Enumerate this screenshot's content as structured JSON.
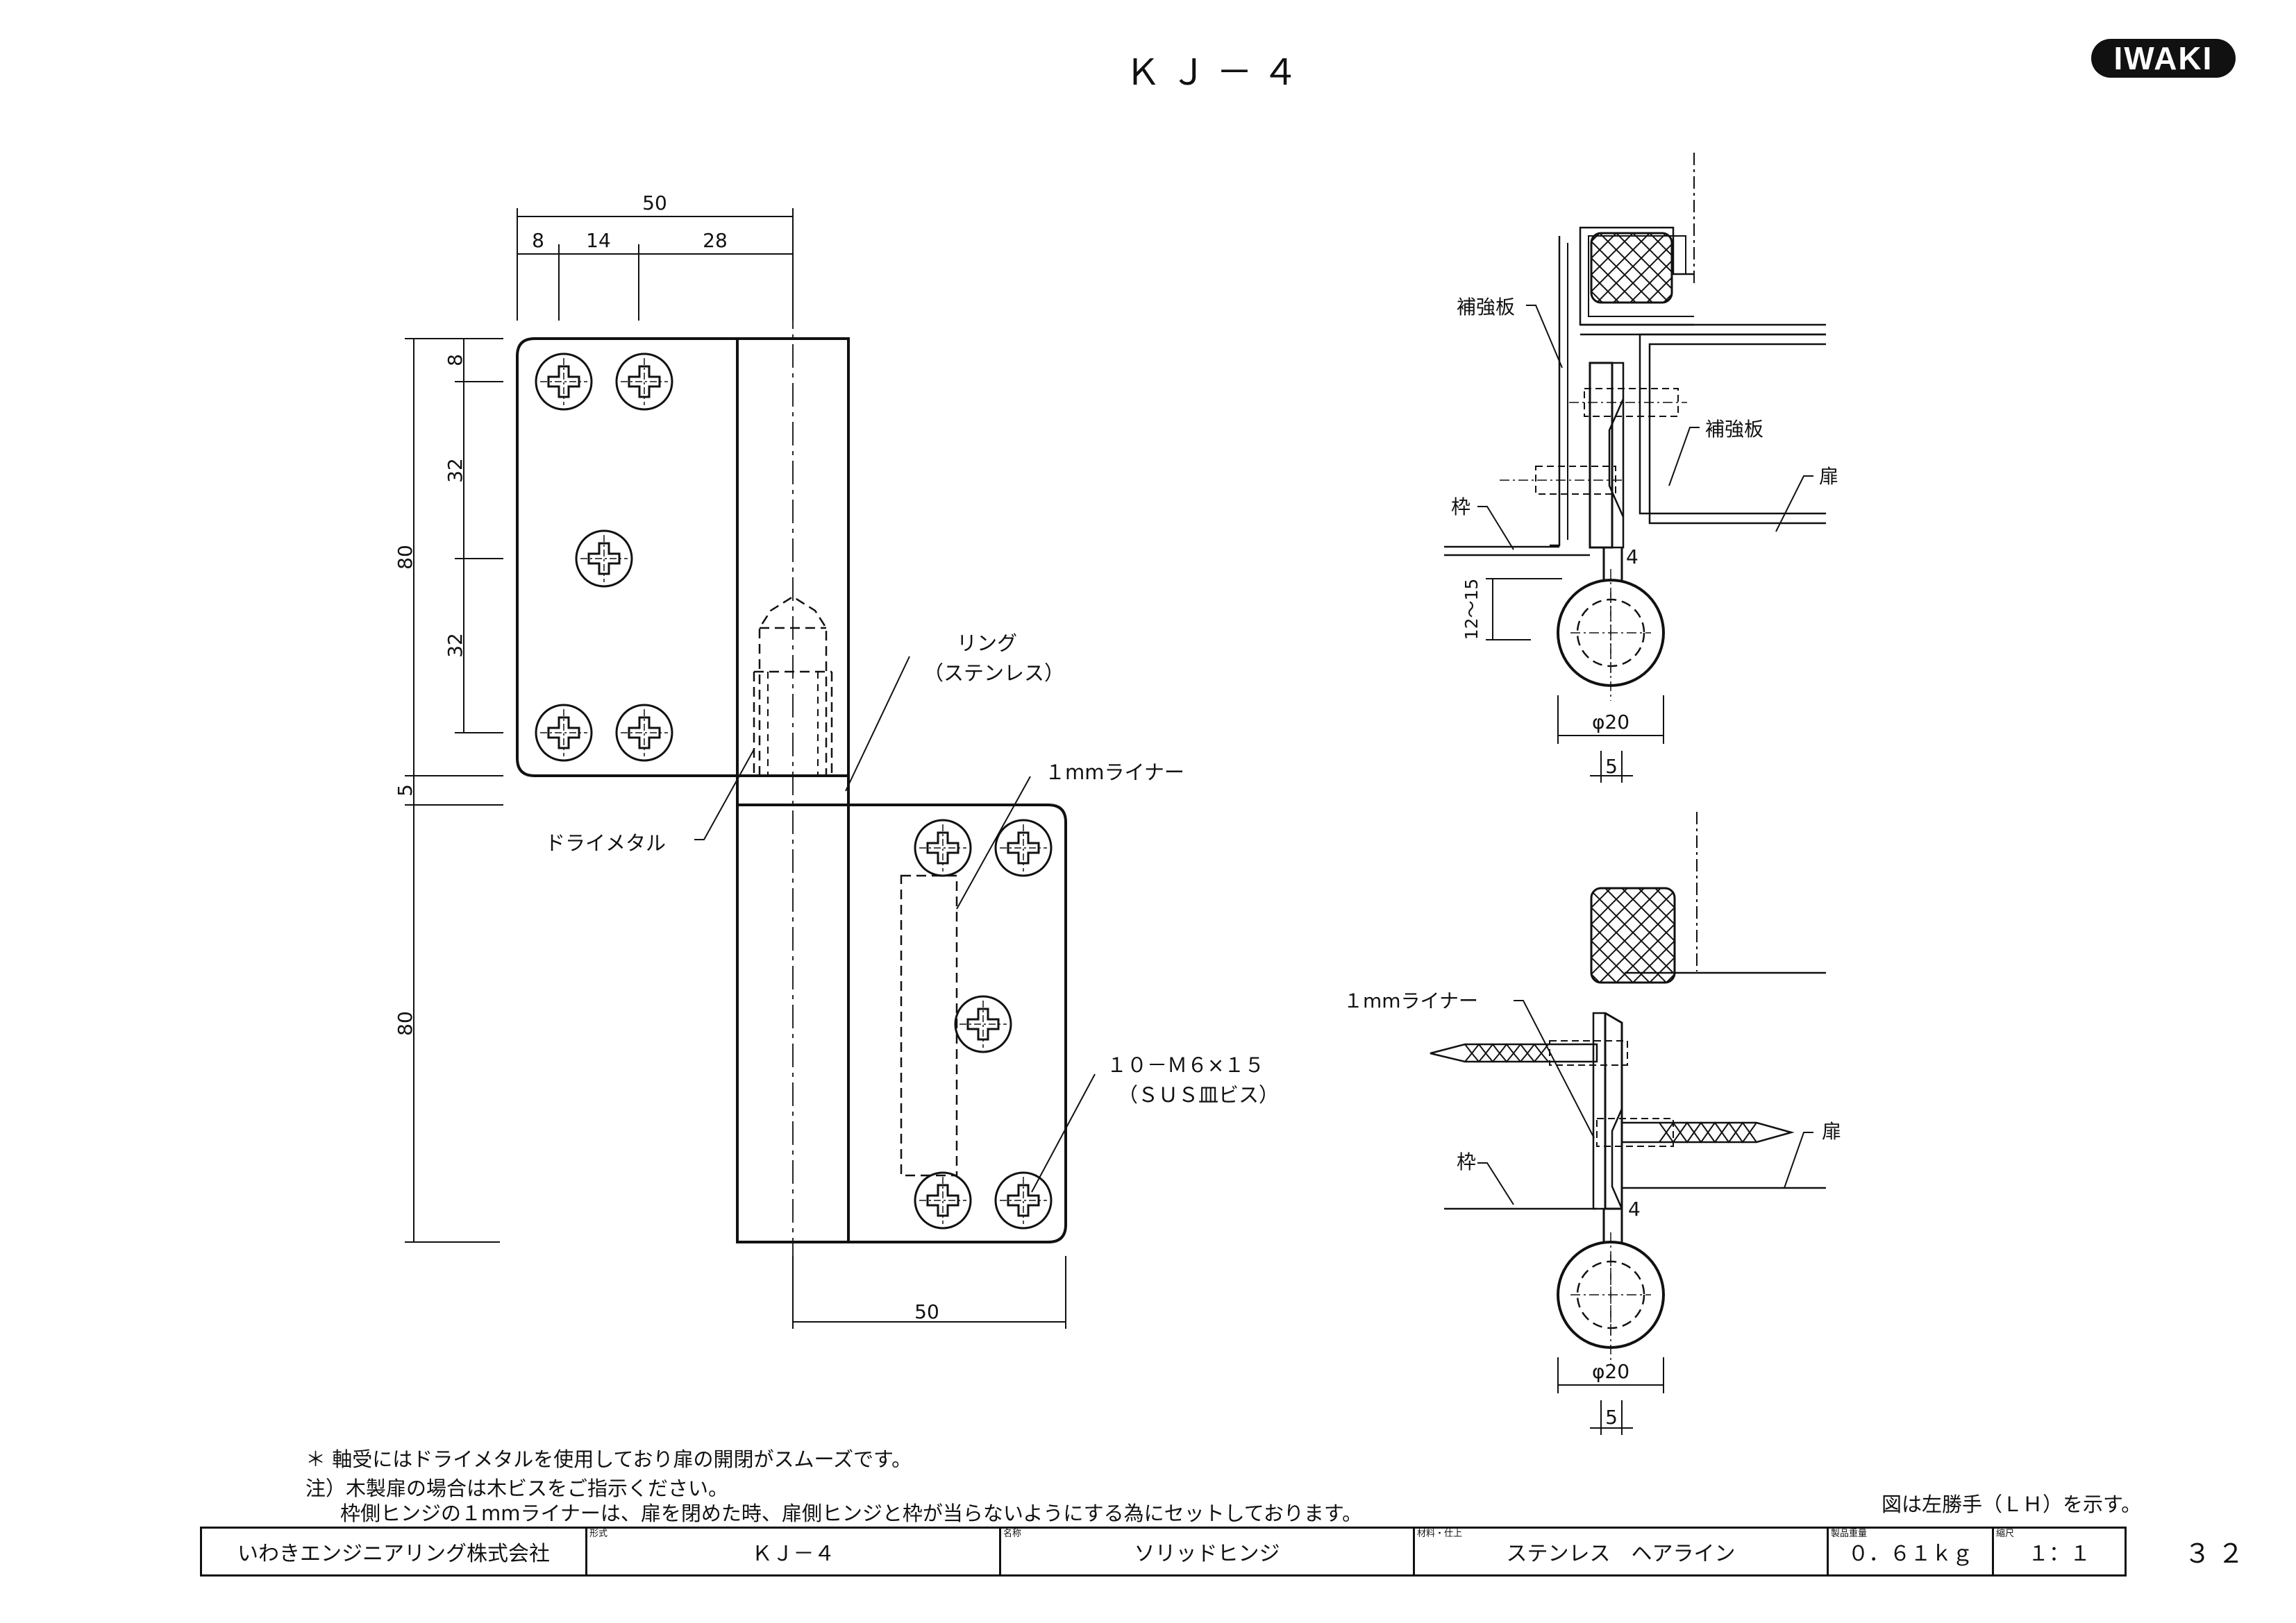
{
  "header": {
    "title": "ＫＪ－４",
    "logo": "IWAKI"
  },
  "front_view": {
    "dimensions": {
      "top_overall": "50",
      "top_seg1": "8",
      "top_seg2": "14",
      "top_seg3": "28",
      "left_seg1": "8",
      "left_seg2": "32",
      "left_seg3": "32",
      "left_upper_leaf": "80",
      "left_gap": "5",
      "left_lower_leaf": "80",
      "bottom_overall": "50"
    },
    "labels": {
      "ring": "リング",
      "ring_material": "（ステンレス）",
      "dry_metal": "ドライメタル",
      "liner": "１mmライナー",
      "screws": "１０－Ｍ６×１５",
      "screws_material": "（ＳＵＳ皿ビス）"
    }
  },
  "section_steel": {
    "labels": {
      "reinforce_left": "補強板",
      "reinforce_right": "補強板",
      "door": "扉",
      "frame": "枠"
    },
    "dimensions": {
      "clearance": "12～15",
      "gap": "4",
      "diameter": "φ20",
      "offset": "5"
    }
  },
  "section_wood": {
    "labels": {
      "liner": "１mmライナー",
      "door": "扉",
      "frame": "枠"
    },
    "dimensions": {
      "gap": "4",
      "diameter": "φ20",
      "offset": "5"
    }
  },
  "notes": {
    "line1": "＊ 軸受にはドライメタルを使用しており扉の開閉がスムーズです。",
    "line2": "注）木製扉の場合は木ビスをご指示ください。",
    "line3": "枠側ヒンジの１mmライナーは、扉を閉めた時、扉側ヒンジと枠が当らないようにする為にセットしております。",
    "hand_note": "図は左勝手（ＬＨ）を示す。"
  },
  "title_block": {
    "company": "いわきエンジニアリング株式会社",
    "model_caption": "形式",
    "model": "ＫＪ－４",
    "name_caption": "名称",
    "name": "ソリッドヒンジ",
    "material_caption": "材料・仕上",
    "material": "ステンレス　ヘアライン",
    "weight_caption": "製品重量",
    "weight": "０．６１ｋｇ",
    "scale_caption": "縮尺",
    "scale": "１：１"
  },
  "page_number": "３２"
}
